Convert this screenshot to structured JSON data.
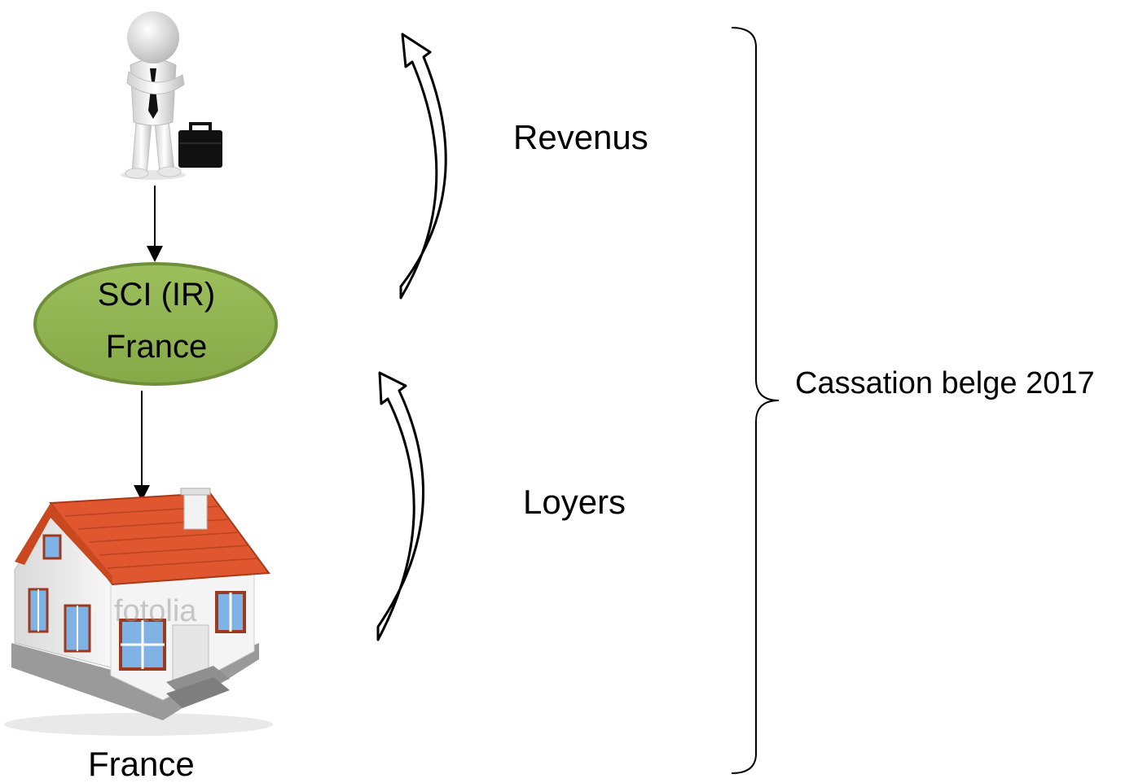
{
  "nodes": {
    "sci": {
      "line1": "SCI (IR)",
      "line2": "France",
      "fill": "#92B552",
      "stroke": "#6F8F3A"
    },
    "house_caption": "France"
  },
  "arrows": {
    "revenus_label": "Revenus",
    "loyers_label": "Loyers"
  },
  "brace_label": "Cassation belge 2017",
  "watermark": "fotolia",
  "icons": {
    "person": "businessman-with-briefcase-icon",
    "house": "house-icon"
  },
  "colors": {
    "roof": "#E0562E",
    "walls": "#F2F2F2",
    "windows": "#7FB3E6",
    "frames": "#9B3A1E"
  }
}
